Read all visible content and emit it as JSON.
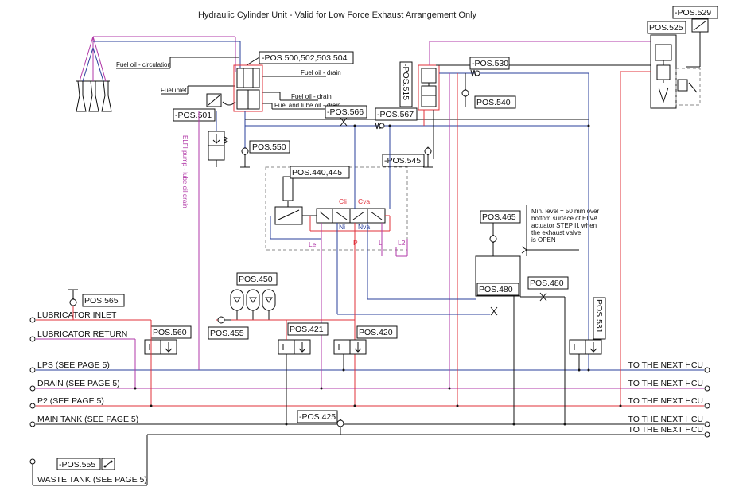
{
  "title": "Hydraulic Cylinder Unit - Valid for Low Force Exhaust Arrangement Only",
  "pos_labels": {
    "p529": "-POS.529",
    "p525": "POS.525",
    "p500": "-POS.500,502,503,504",
    "p530": "-POS.530",
    "p515": "-POS.515",
    "p540": "POS.540",
    "p501": "-POS.501",
    "p566": "-POS.566",
    "p567": "-POS.567",
    "p550": "POS.550",
    "p545": "-POS.545",
    "p440": "POS.440,445",
    "p465": "POS.465",
    "p480a": "POS.480",
    "p480b": "POS.480",
    "p450": "POS.450",
    "p565": "POS.565",
    "p560": "POS.560",
    "p455": "POS.455",
    "p421": "POS.421",
    "p420": "POS.420",
    "p531": "POS.531",
    "p425": "-POS.425",
    "p555": "-POS.555"
  },
  "annotations": {
    "fuel_circ": "Fuel oil - circulation",
    "fuel_drain": "Fuel oil - drain",
    "fuel_inlet": "Fuel inlet",
    "fuel_drain2": "Fuel oil - drain",
    "fuel_lube": "Fuel and lube oil - drain",
    "elfi_pump": "ELFI pump - lube oil drain",
    "min_level_1": "Min. level = 50 mm over",
    "min_level_2": "bottom surface of ELVA",
    "min_level_3": "actuator STEP II, when",
    "min_level_4": "the exhaust valve",
    "min_level_5": "is OPEN"
  },
  "ports": {
    "cli": "Cli",
    "cva": "Cva",
    "ni": "Ni",
    "nva": "Nva",
    "lel": "Lel",
    "p": "P",
    "l": "L",
    "l2": "L2"
  },
  "connections": {
    "lubricator_inlet": "LUBRICATOR INLET",
    "lubricator_return": "LUBRICATOR RETURN",
    "lps": "LPS (SEE PAGE 5)",
    "drain": "DRAIN (SEE PAGE 5)",
    "p2": "P2 (SEE PAGE 5)",
    "main_tank": "MAIN TANK (SEE PAGE 5)",
    "waste_tank": "WASTE TANK (SEE PAGE 5)"
  },
  "next_hcu": {
    "lps": "TO THE NEXT HCU",
    "drain": "TO THE NEXT HCU",
    "p2": "TO THE NEXT HCU",
    "main1": "TO THE NEXT HCU",
    "main2": "TO THE NEXT HCU"
  },
  "colors": {
    "blue": "#2a3f9b",
    "red": "#e0303a",
    "magenta": "#b23aa8",
    "black": "#111111"
  }
}
